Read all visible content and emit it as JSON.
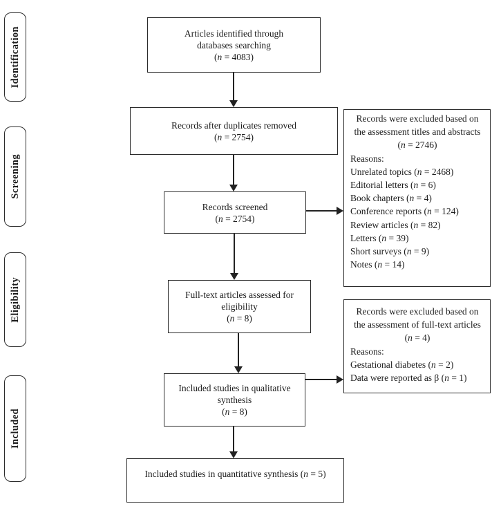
{
  "stages": [
    {
      "label": "Identification"
    },
    {
      "label": "Screening"
    },
    {
      "label": "Eligibility"
    },
    {
      "label": "Included"
    }
  ],
  "flow": {
    "identified": {
      "text": "Articles identified through databases searching",
      "n": "(n = 4083)"
    },
    "deduplicated": {
      "text": "Records after duplicates removed",
      "n": "(n = 2754)"
    },
    "screened": {
      "text": "Records screened",
      "n": "(n = 2754)"
    },
    "fulltext": {
      "text": "Full-text articles assessed for eligibility",
      "n": "(n = 8)"
    },
    "qualitative": {
      "text": "Included studies in qualitative synthesis",
      "n": "(n = 8)"
    },
    "quantitative": {
      "text": "Included studies in quantitative synthesis (n = 5)"
    }
  },
  "exclusions": {
    "titles_abstracts": {
      "header": "Records were excluded based on the assessment titles and abstracts",
      "n": "(n = 2746)",
      "reasons_label": "Reasons:",
      "reasons": [
        "Unrelated topics (n = 2468)",
        "Editorial letters (n = 6)",
        "Book chapters (n = 4)",
        "Conference reports (n = 124)",
        "Review articles (n = 82)",
        "Letters (n = 39)",
        "Short surveys (n = 9)",
        "Notes (n = 14)"
      ]
    },
    "fulltext_articles": {
      "header": "Records were excluded based on the assessment of full-text articles (n = 4)",
      "reasons_label": "Reasons:",
      "reasons": [
        "Gestational diabetes (n = 2)",
        "Data were reported as β (n = 1)"
      ]
    }
  },
  "colors": {
    "border": "#2b2b2b",
    "text": "#1c1c1c",
    "background": "#ffffff"
  }
}
